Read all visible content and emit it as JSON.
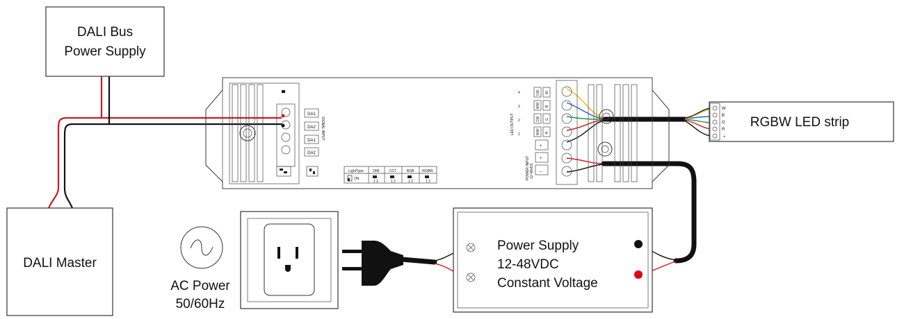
{
  "components": {
    "dali_bus_power_supply": {
      "line1": "DALI Bus",
      "line2": "Power Supply"
    },
    "dali_master": {
      "label": "DALI Master"
    },
    "ac_power": {
      "line1": "AC Power",
      "line2": "50/60Hz"
    },
    "power_supply": {
      "line1": "Power Supply",
      "line2": "12-48VDC",
      "line3": "Constant Voltage"
    },
    "led_strip": {
      "label": "RGBW LED strip",
      "pins": [
        "W",
        "B",
        "G",
        "R",
        "+"
      ]
    }
  },
  "controller": {
    "signal_input_label": "SIGNAL INPUT",
    "signal_terminals": [
      "DA1",
      "DA2",
      "DA1",
      "DA2"
    ],
    "led_output_label": "LED OUTPUT",
    "channel_numbers": [
      "4",
      "3",
      "2",
      "1"
    ],
    "channel_markings": [
      [
        "CW",
        "W"
      ],
      [
        "WW",
        "B"
      ],
      [
        "CW",
        "G"
      ],
      [
        "WW",
        "R"
      ]
    ],
    "power_input_label": "POWER INPUT",
    "power_input_voltage": "12-48VDC",
    "plus_sign": "+",
    "minus_sign": "–",
    "dip_labels": [
      "LightType",
      "DIM",
      "CCT",
      "RGB",
      "RGBW"
    ],
    "dip_numbers": "1 2",
    "dip_on": "ON"
  },
  "colors": {
    "wire_red": "#d3161e",
    "wire_black": "#111111",
    "wire_yellow": "#f2b600",
    "wire_blue": "#1e5fcf",
    "wire_green": "#1f9a3c",
    "psu_red_terminal": "#e3000f"
  }
}
